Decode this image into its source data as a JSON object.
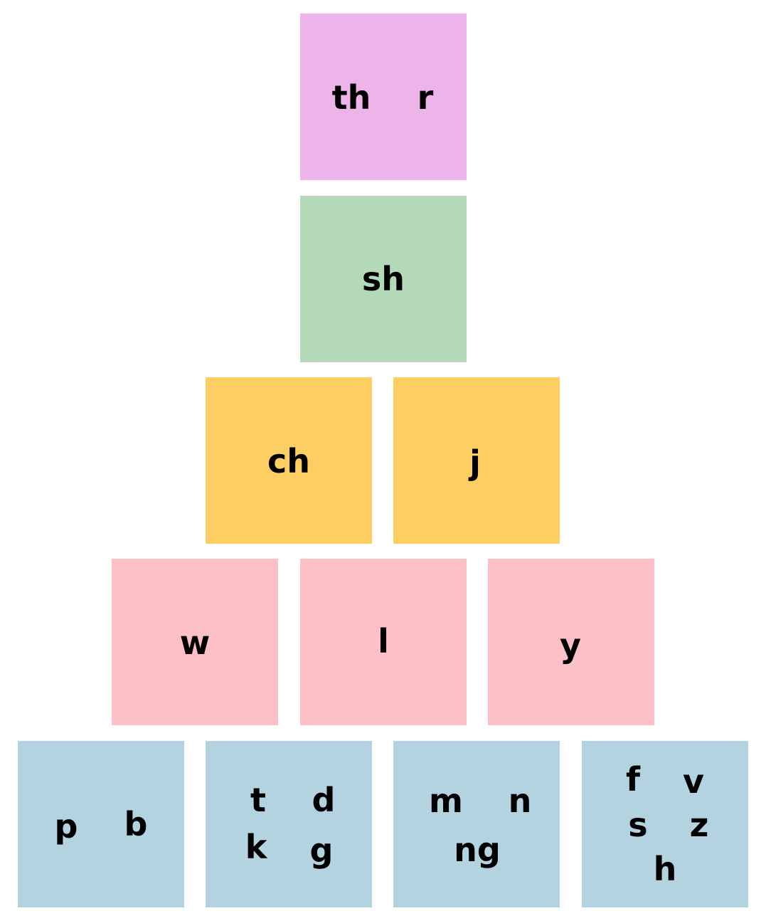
{
  "rows": {
    "row1": {
      "tile_th_r": {
        "labels": [
          "th",
          "r"
        ]
      }
    },
    "row2": {
      "tile_sh": {
        "labels": [
          "sh"
        ]
      }
    },
    "row3": {
      "tile_ch": {
        "labels": [
          "ch"
        ]
      },
      "tile_j": {
        "labels": [
          "j"
        ]
      }
    },
    "row4": {
      "tile_w": {
        "labels": [
          "w"
        ]
      },
      "tile_l": {
        "labels": [
          "l"
        ]
      },
      "tile_y": {
        "labels": [
          "y"
        ]
      }
    },
    "row5": {
      "tile_p_b": {
        "labels": [
          "p",
          "b"
        ]
      },
      "tile_t_d_k_g": {
        "labels": [
          "t",
          "d",
          "k",
          "g"
        ]
      },
      "tile_m_n_ng": {
        "labels": [
          "m",
          "n",
          "ng"
        ]
      },
      "tile_f_v_s_z_h": {
        "labels": [
          "f",
          "v",
          "s",
          "z",
          "h"
        ]
      }
    }
  },
  "colors": {
    "row1": "#ecb4e8",
    "row2": "#b3d9b9",
    "row3": "#fdcf62",
    "row4": "#fcc0c6",
    "row5": "#b2d3df"
  }
}
